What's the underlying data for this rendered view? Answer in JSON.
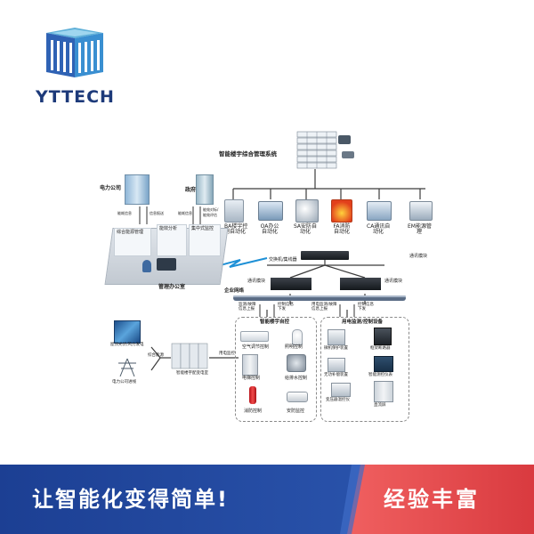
{
  "brand": {
    "name": "YTTECH"
  },
  "banner": {
    "left_slogan": "让智能化变得简单!",
    "right_slogan": "经验丰富"
  },
  "diagram": {
    "system_title": "智能楼宇综合管理系统",
    "subsystems": [
      {
        "label1": "BA楼宇控",
        "label2": "制自动化"
      },
      {
        "label1": "OA办公",
        "label2": "自动化"
      },
      {
        "label1": "SA安防自",
        "label2": "动化"
      },
      {
        "label1": "FA消防",
        "label2": "自动化"
      },
      {
        "label1": "CA通讯自",
        "label2": "动化"
      },
      {
        "label1": "EM能源管",
        "label2": "理"
      }
    ],
    "power_company": "电力公司",
    "government": "政府",
    "arrow_left_1": "能耗信息",
    "arrow_left_2": "信息报送",
    "arrow_right_1": "能耗信息",
    "arrow_right_2": "能效对标/",
    "arrow_right_3": "能效评估",
    "panel_1": "综合能源管理",
    "panel_2": "能效分析",
    "panel_3": "集中式监控",
    "office": "管理办公室",
    "switch": "交换机/集线器",
    "comm_module_left": "通讯模块",
    "comm_module_right": "通讯模块",
    "comm_module_right2": "通讯模块",
    "enterprise_network": "企业网络",
    "left_up_1": "监测/故障",
    "left_up_2": "信息上报",
    "left_down_1": "控制信息",
    "left_down_2": "下发",
    "right_up_1": "用电监测/故障",
    "right_up_2": "信息上报",
    "right_down_1": "控制信息",
    "right_down_2": "下发",
    "group_left_title": "智能楼宇自控",
    "group_right_title": "用电监测/控制设备",
    "left_items": [
      "空气调节控制",
      "照明控制",
      "电梯控制",
      "给排水控制",
      "消防控制",
      "安防监控"
    ],
    "right_items": [
      "微机保护装置",
      "框架断路器",
      "无功补偿装置",
      "智能测控仪表",
      "变压器温控仪",
      "直流屏"
    ],
    "solar": "屋顶光伏/风力发电",
    "grid_line": "电力公司进线",
    "integrated_energy": "综合能源",
    "power_monitor": "用电监控",
    "substation": "智能楼宇配变电室"
  }
}
